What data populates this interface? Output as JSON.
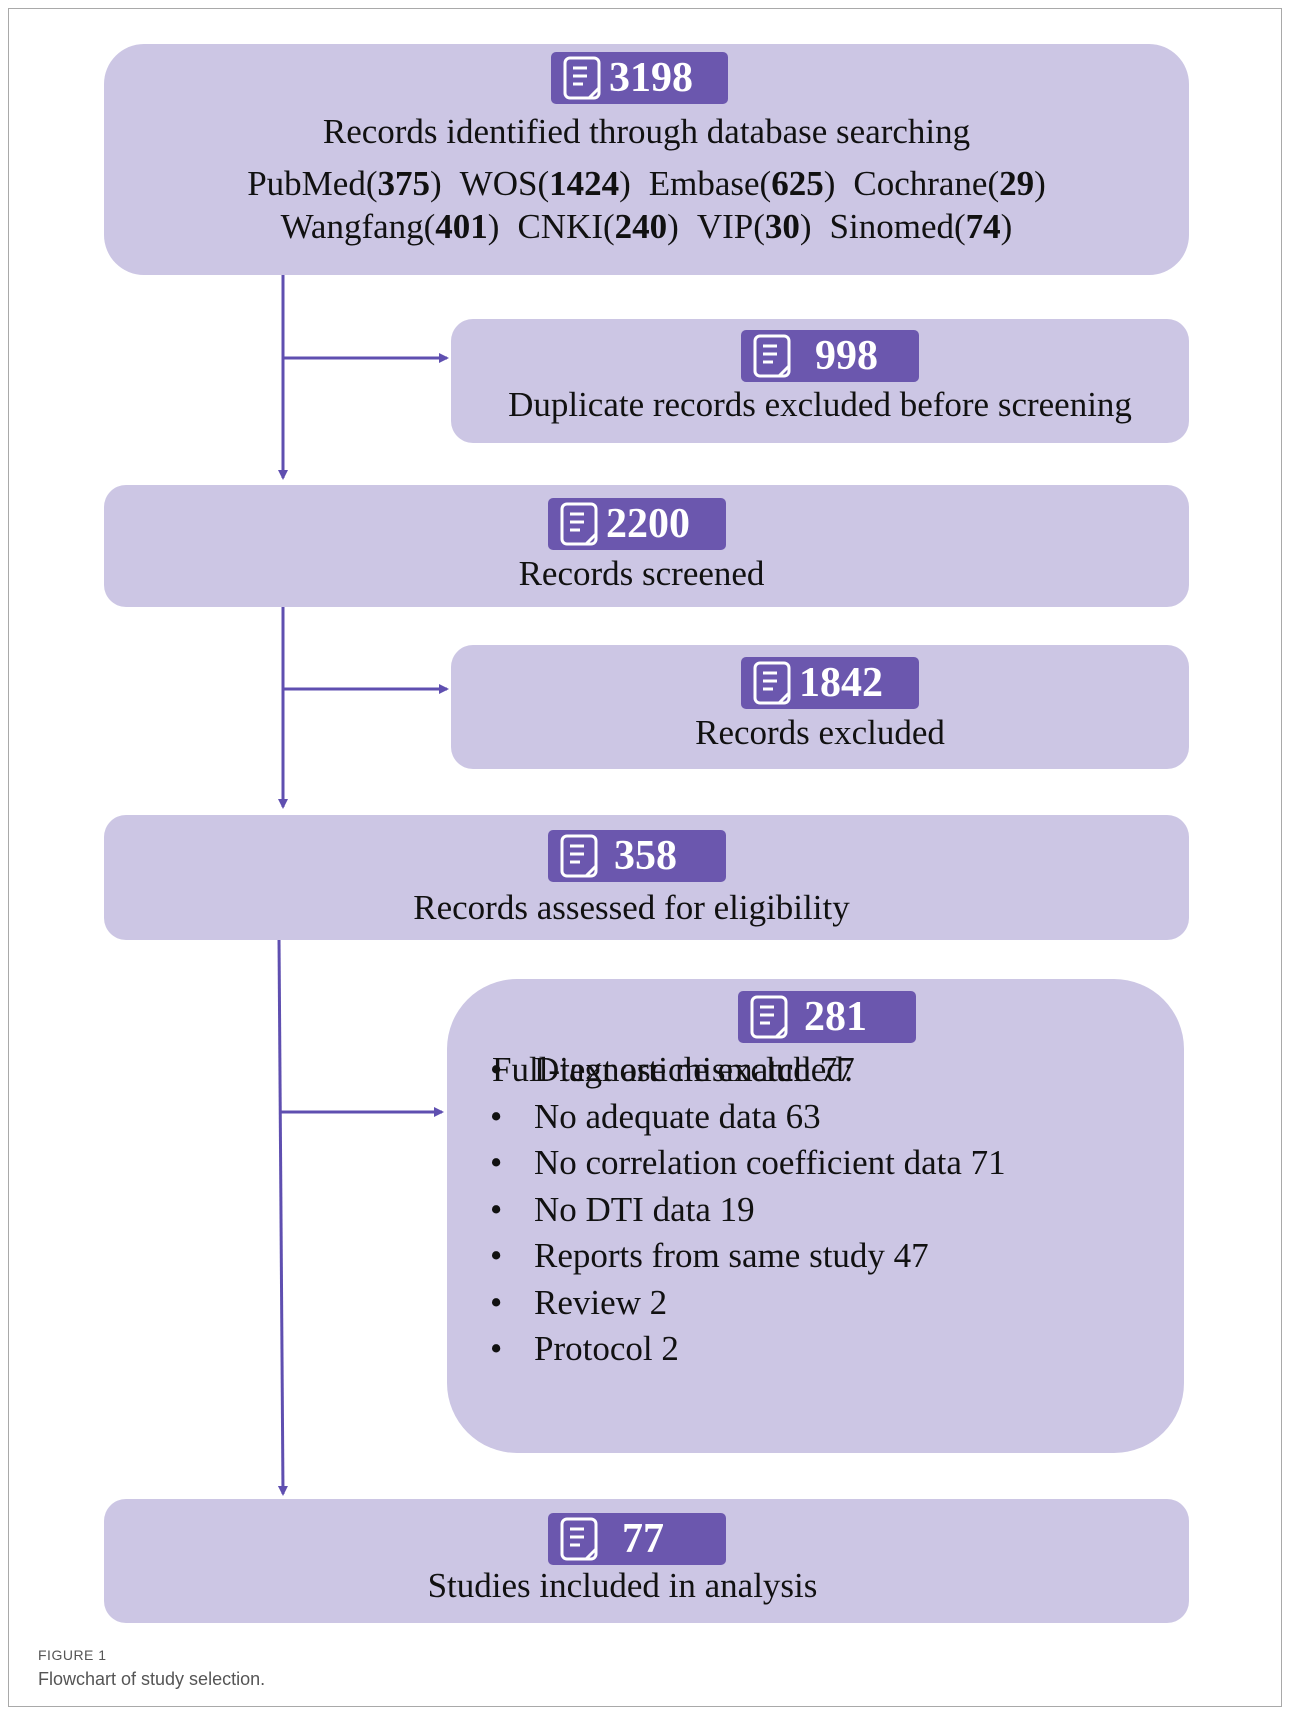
{
  "identified": {
    "count": "3198",
    "label": "Records identified through database searching",
    "sources_row1": [
      {
        "name": "PubMed",
        "count": "375"
      },
      {
        "name": "WOS",
        "count": "1424"
      },
      {
        "name": "Embase",
        "count": "625"
      },
      {
        "name": "Cochrane",
        "count": "29"
      }
    ],
    "sources_row2": [
      {
        "name": "Wangfang",
        "count": "401"
      },
      {
        "name": "CNKI",
        "count": "240"
      },
      {
        "name": "VIP",
        "count": "30"
      },
      {
        "name": "Sinomed",
        "count": "74"
      }
    ]
  },
  "duplicates": {
    "count": "998",
    "label": "Duplicate records excluded before screening"
  },
  "screened": {
    "count": "2200",
    "label": "Records screened"
  },
  "excluded": {
    "count": "1842",
    "label": "Records excluded"
  },
  "eligibility": {
    "count": "358",
    "label": "Records assessed for eligibility"
  },
  "fulltext_excluded": {
    "count": "281",
    "heading": "Full-text article excluded:",
    "reasons": [
      "Diagnose mismatch 77",
      "No adequate data 63",
      "No correlation coefficient data 71",
      "No DTI data 19",
      "Reports from same study 47",
      "Review 2",
      "Protocol 2"
    ]
  },
  "included": {
    "count": "77",
    "label": "Studies included in analysis"
  },
  "caption": {
    "label": "FIGURE 1",
    "text": "Flowchart of study selection."
  },
  "colors": {
    "box": "#ccc6e4",
    "badge": "#6b57ae",
    "arrow": "#5f4fb0"
  },
  "icons": {
    "badge_icon": "document-icon"
  }
}
